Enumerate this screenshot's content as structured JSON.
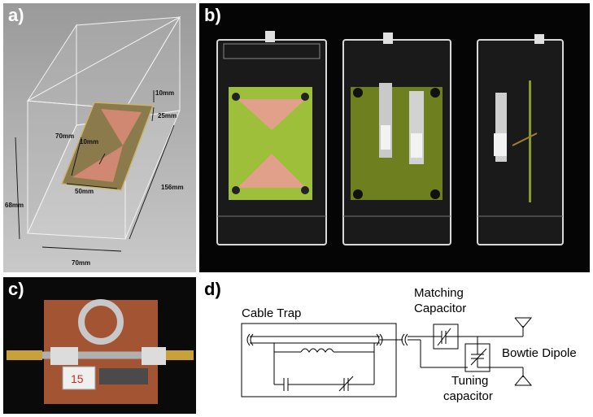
{
  "panel_a": {
    "label": "a)",
    "dims": {
      "d_10mm_top": "10mm",
      "d_25mm": "25mm",
      "d_70mm_inner": "70mm",
      "d_10mm_gap": "10mm",
      "d_50mm": "50mm",
      "d_68mm": "68mm",
      "d_156mm": "156mm",
      "d_70mm_bottom": "70mm"
    }
  },
  "panel_b": {
    "label": "b)"
  },
  "panel_c": {
    "label": "c)",
    "tag_text": "15"
  },
  "panel_d": {
    "label": "d)",
    "cable_trap": "Cable Trap",
    "matching_line1": "Matching",
    "matching_line2": "Capacitor",
    "bowtie": "Bowtie Dipole",
    "tuning_line1": "Tuning",
    "tuning_line2": "capacitor"
  }
}
